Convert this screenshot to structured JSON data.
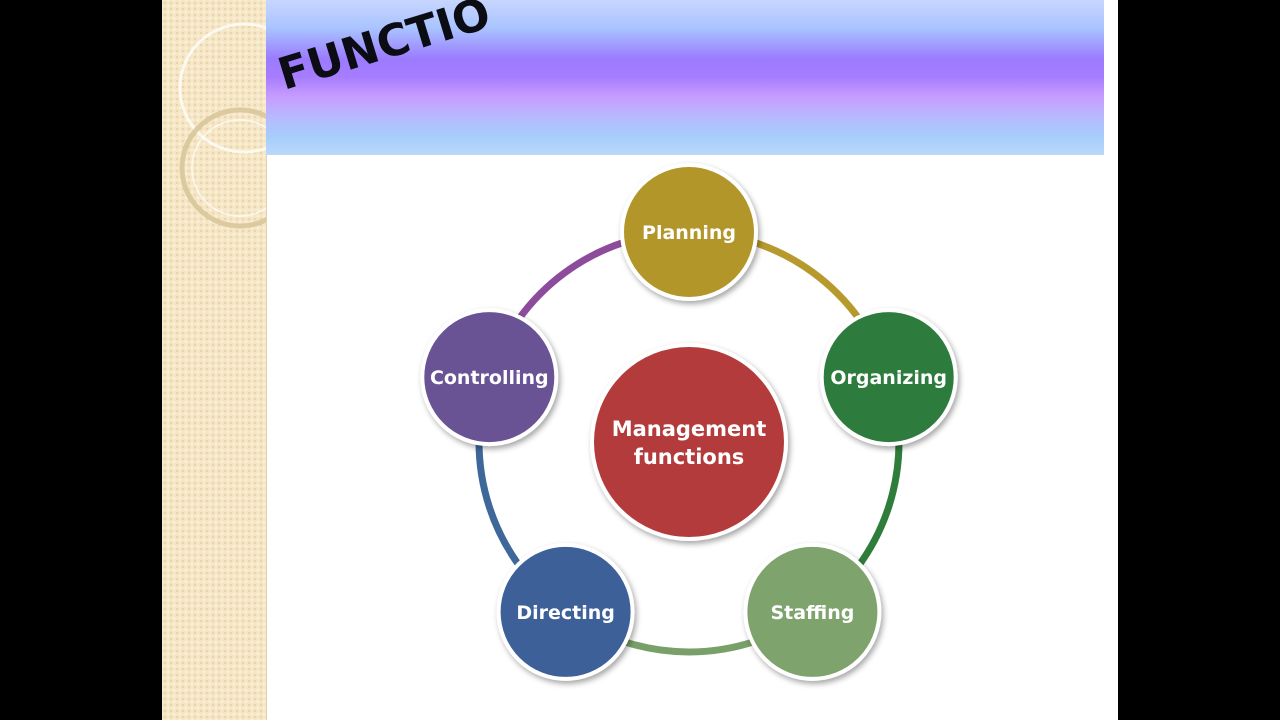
{
  "slide": {
    "title": "FUNCTIO"
  },
  "diagram": {
    "center": {
      "lines": [
        "Management",
        "functions"
      ],
      "color": "#b33b3b"
    },
    "nodes": [
      {
        "key": "planning",
        "label": "Planning",
        "color": "#b3962c"
      },
      {
        "key": "organizing",
        "label": "Organizing",
        "color": "#2d7b3d"
      },
      {
        "key": "staffing",
        "label": "Staffing",
        "color": "#7ea36d"
      },
      {
        "key": "directing",
        "label": "Directing",
        "color": "#3c6199"
      },
      {
        "key": "controlling",
        "label": "Controlling",
        "color": "#6a5295"
      }
    ],
    "connectors": [
      {
        "from": "planning",
        "to": "organizing",
        "color": "#b79a2e"
      },
      {
        "from": "organizing",
        "to": "staffing",
        "color": "#2f7d3b"
      },
      {
        "from": "staffing",
        "to": "directing",
        "color": "#7aa06a"
      },
      {
        "from": "directing",
        "to": "controlling",
        "color": "#3e6899"
      },
      {
        "from": "controlling",
        "to": "planning",
        "color": "#8d4c9b"
      }
    ]
  },
  "theme": {
    "side_panel": "#f6e6c4",
    "band_accent": "#9b7bff"
  }
}
